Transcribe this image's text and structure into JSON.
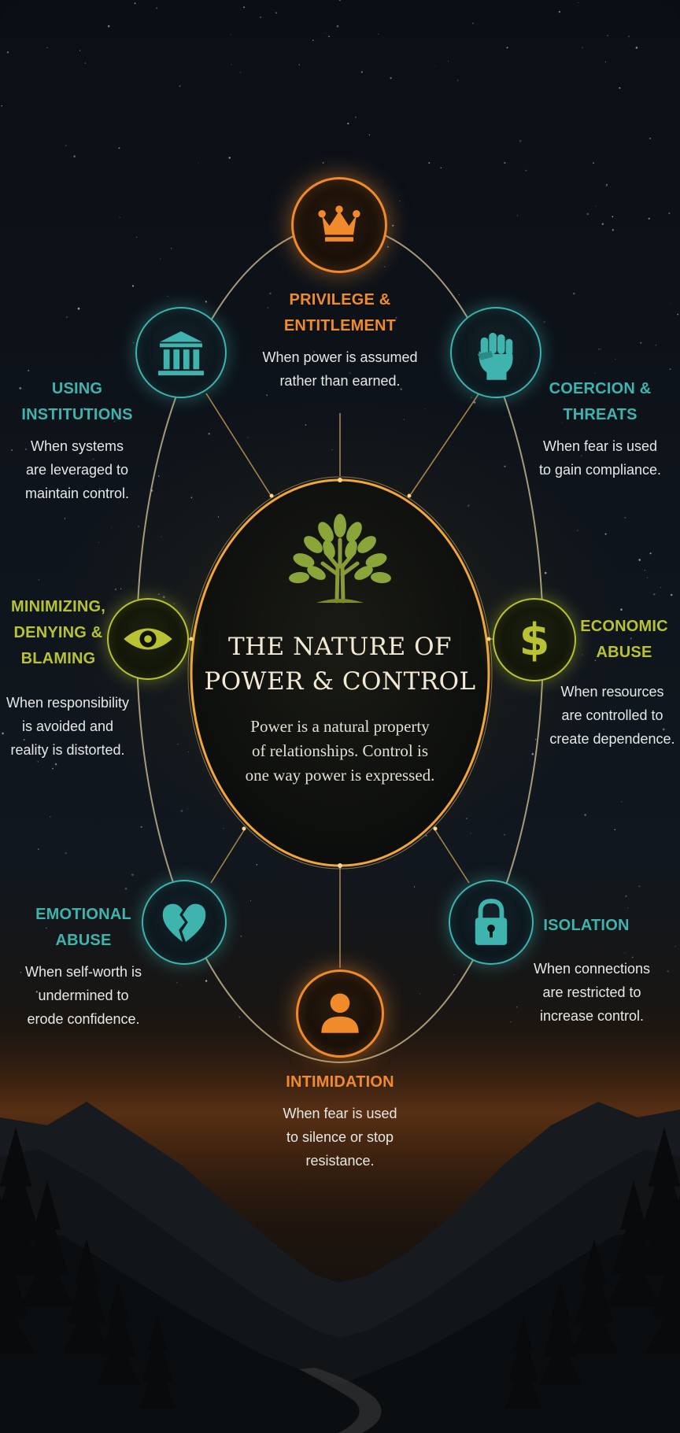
{
  "diagram": {
    "center": {
      "title": "THE NATURE OF\nPOWER & CONTROL",
      "description": "Power is a natural property\nof relationships. Control is\none way power is expressed.",
      "icon": "tree-icon"
    },
    "nodes": [
      {
        "id": "privilege",
        "title": "PRIVILEGE &\nENTITLEMENT",
        "description": "When power is assumed\nrather than earned.",
        "icon": "crown-icon",
        "color": "#f08a2a"
      },
      {
        "id": "coercion",
        "title": "COERCION &\nTHREATS",
        "description": "When fear is used\nto gain compliance.",
        "icon": "fist-icon",
        "color": "#3fb3ae"
      },
      {
        "id": "economic",
        "title": "ECONOMIC\nABUSE",
        "description": "When resources\nare controlled to\ncreate dependence.",
        "icon": "dollar-icon",
        "color": "#b8c232"
      },
      {
        "id": "isolation",
        "title": "ISOLATION",
        "description": "When connections\nare restricted to\nincrease control.",
        "icon": "lock-icon",
        "color": "#3fb3ae"
      },
      {
        "id": "intimidation",
        "title": "INTIMIDATION",
        "description": "When fear is used\nto silence or stop\nresistance.",
        "icon": "person-icon",
        "color": "#f08a2a"
      },
      {
        "id": "emotional",
        "title": "EMOTIONAL\nABUSE",
        "description": "When self-worth is\nundermined to\nerode confidence.",
        "icon": "broken-heart-icon",
        "color": "#3fb3ae"
      },
      {
        "id": "minimizing",
        "title": "MINIMIZING,\nDENYING &\nBLAMING",
        "description": "When responsibility\nis avoided and\nreality is distorted.",
        "icon": "eye-icon",
        "color": "#b8c232"
      },
      {
        "id": "institutions",
        "title": "USING\nINSTITUTIONS",
        "description": "When systems\nare leveraged to\nmaintain control.",
        "icon": "institution-icon",
        "color": "#3fb3ae"
      }
    ]
  }
}
